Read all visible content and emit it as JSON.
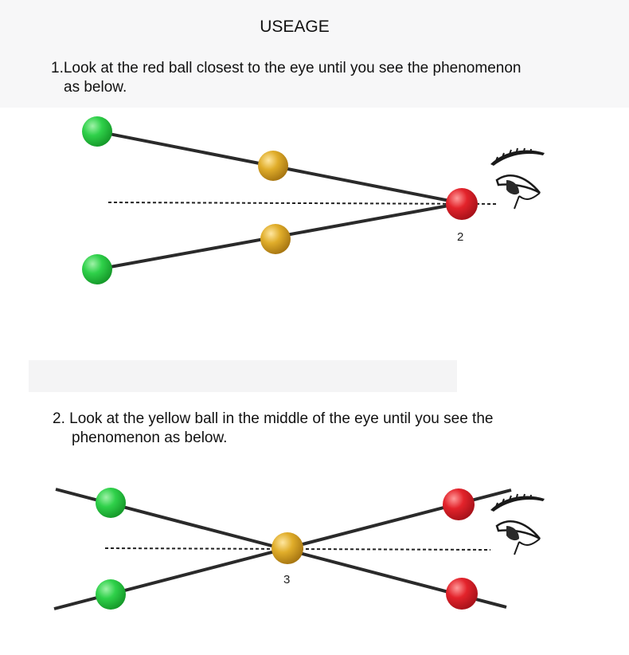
{
  "title": "USEAGE",
  "step1": {
    "line1": "1.Look at the red ball closest to the eye until you see the phenomenon",
    "line2": "as below.",
    "label": "2"
  },
  "step2": {
    "line1": "2. Look at the yellow ball in the middle of the eye until you see the",
    "line2": "phenomenon as below.",
    "label": "3"
  },
  "colors": {
    "green": "#27c93f",
    "yellow": "#d9a520",
    "red": "#e0242c",
    "line": "#2a2a2a"
  }
}
